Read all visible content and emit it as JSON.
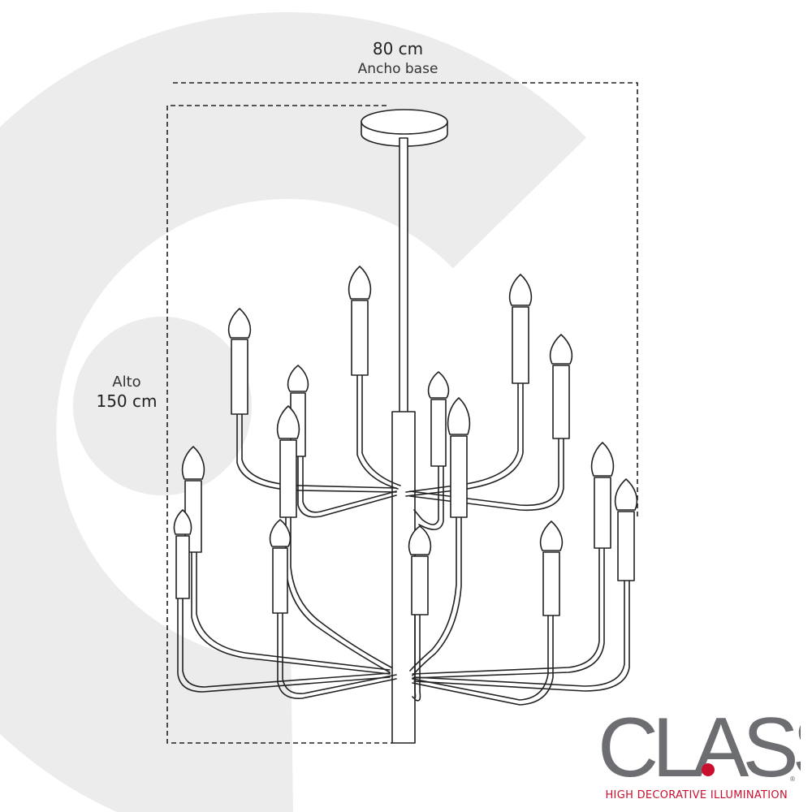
{
  "dimensions": {
    "width_value": "80 cm",
    "width_caption": "Ancho base",
    "height_caption": "Alto",
    "height_value": "150 cm"
  },
  "logo": {
    "wordmark": "CLASS",
    "tagline": "HIGH DECORATIVE ILLUMINATION",
    "registered_mark": "®"
  },
  "colors": {
    "line": "#222222",
    "watermark": "#ececec",
    "logo_gray": "#6d6e71",
    "logo_red": "#c8102e"
  }
}
